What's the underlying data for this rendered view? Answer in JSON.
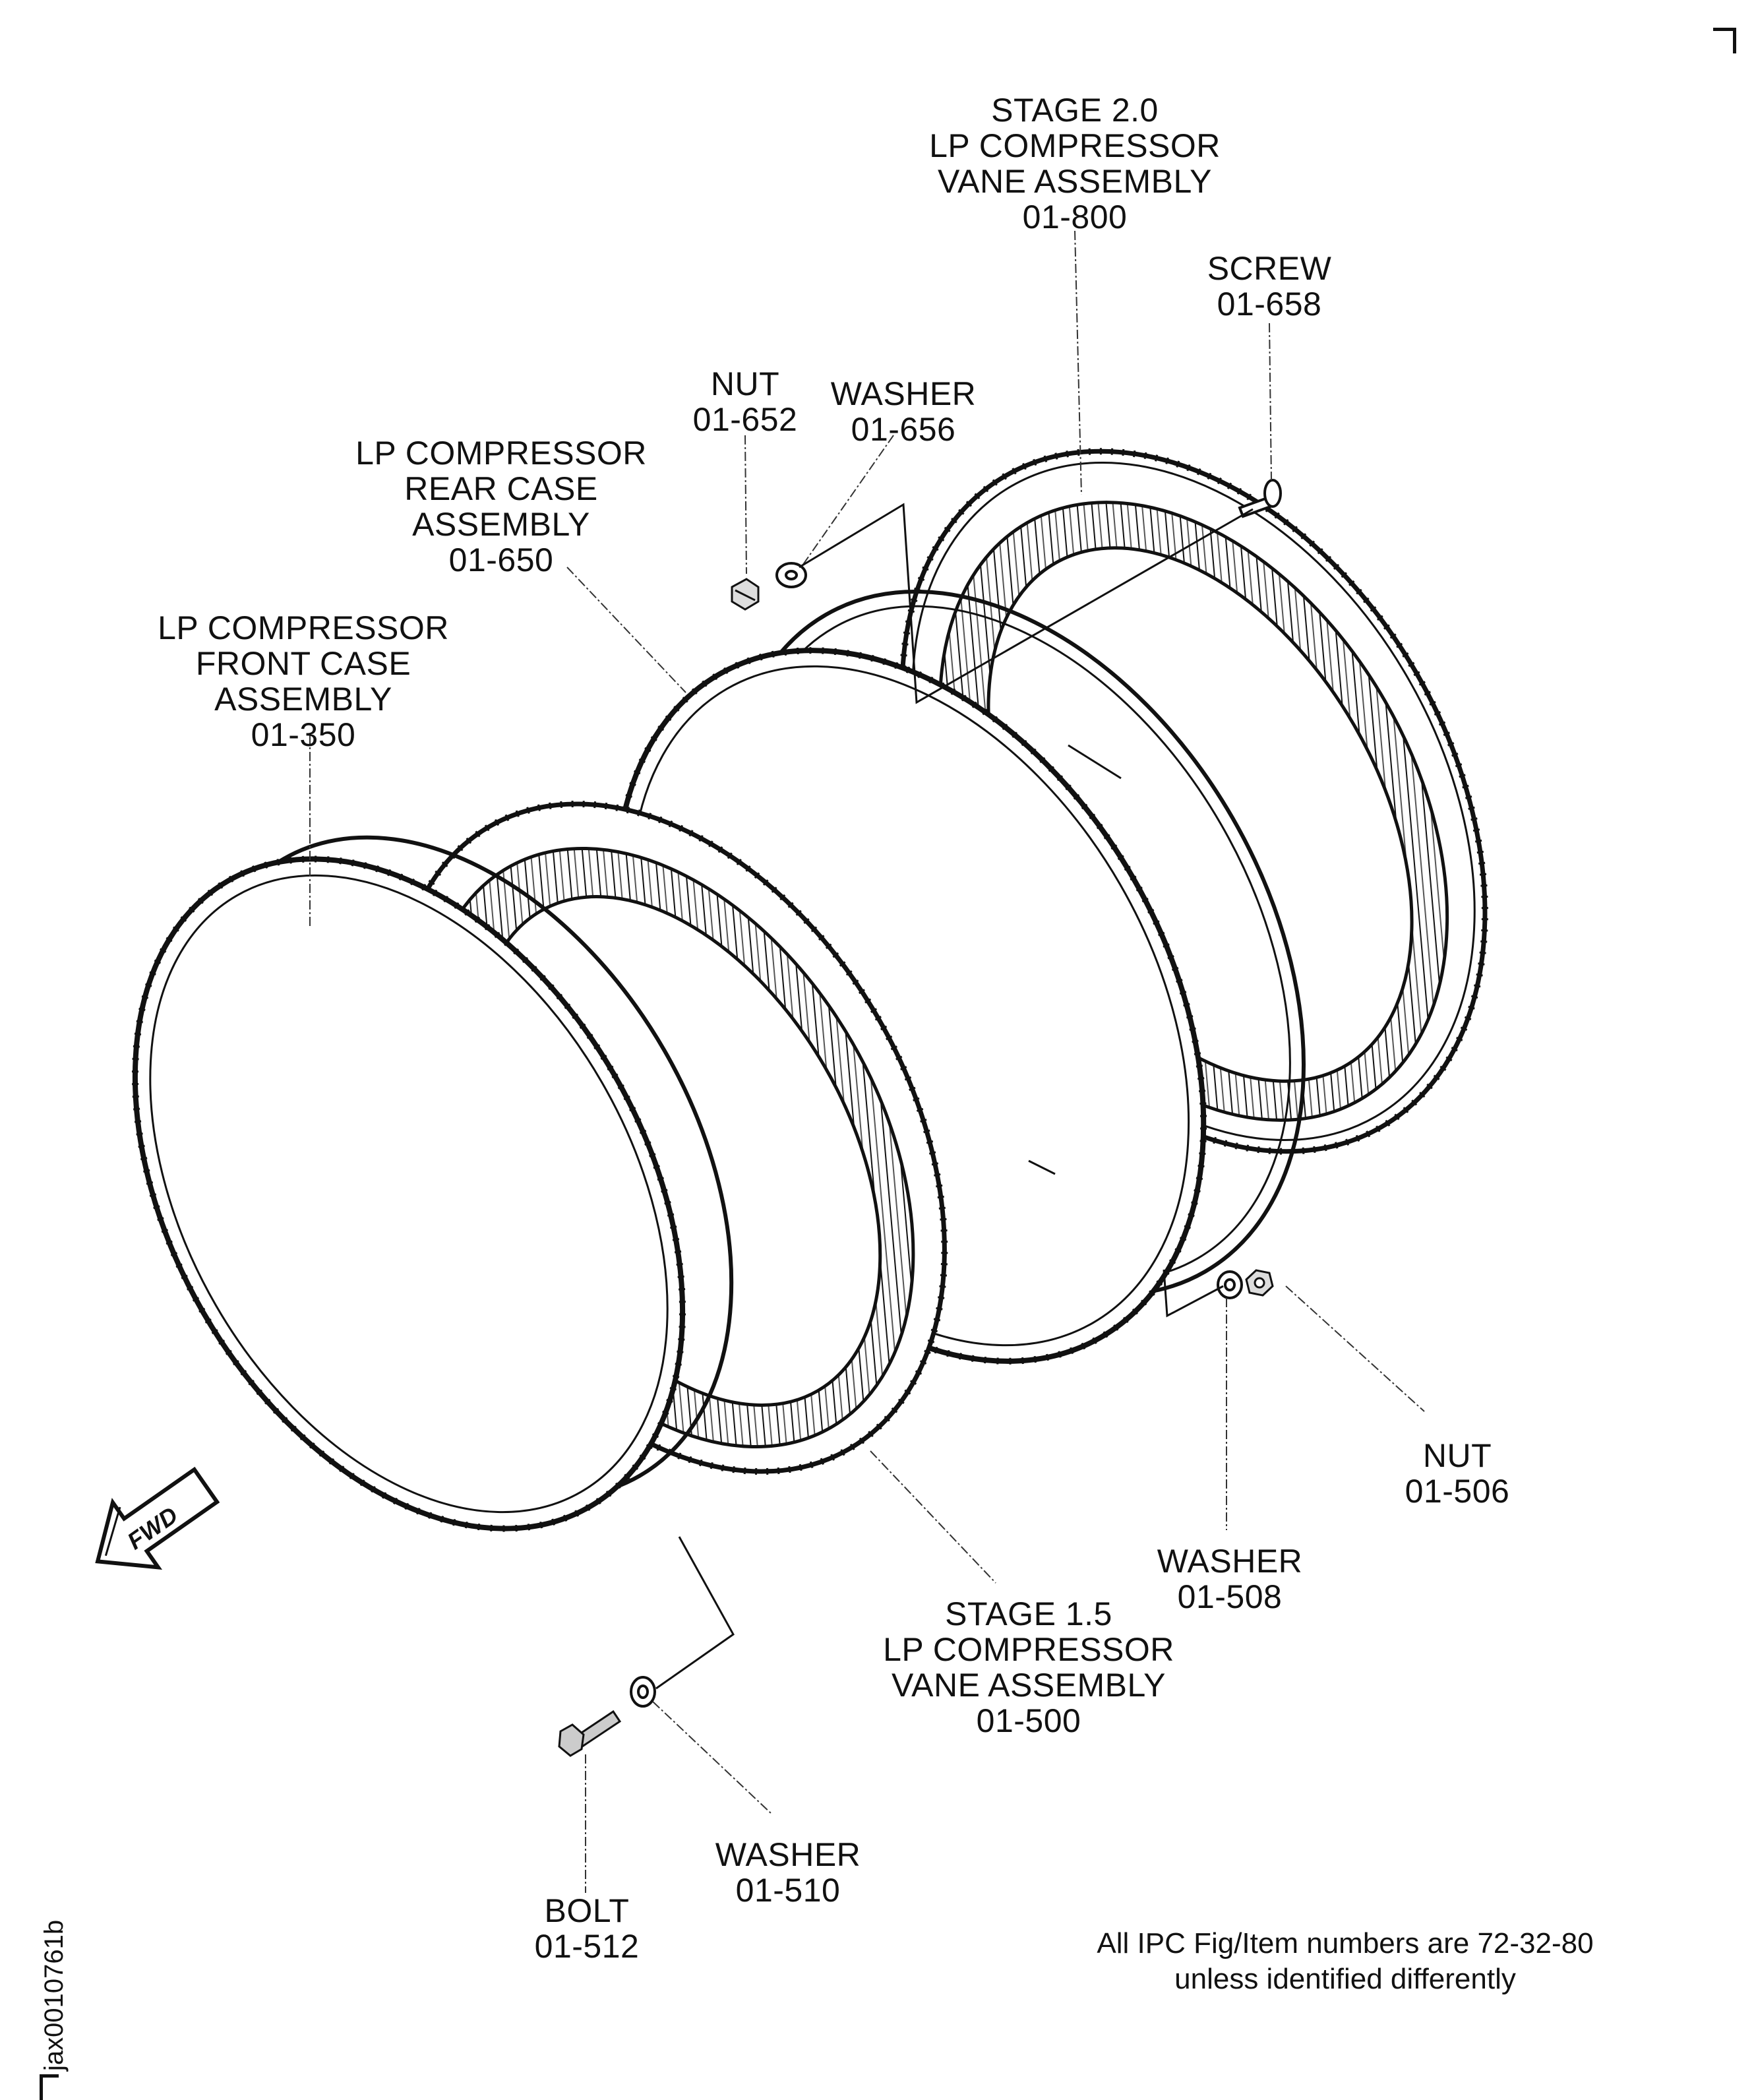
{
  "labels": {
    "stage2_vane": [
      "STAGE 2.0",
      "LP COMPRESSOR",
      "VANE ASSEMBLY",
      "01-800"
    ],
    "screw": [
      "SCREW",
      "01-658"
    ],
    "nut_652": [
      "NUT",
      "01-652"
    ],
    "washer_656": [
      "WASHER",
      "01-656"
    ],
    "rear_case": [
      "LP COMPRESSOR",
      "REAR CASE",
      "ASSEMBLY",
      "01-650"
    ],
    "front_case": [
      "LP COMPRESSOR",
      "FRONT CASE",
      "ASSEMBLY",
      "01-350"
    ],
    "nut_506": [
      "NUT",
      "01-506"
    ],
    "washer_508": [
      "WASHER",
      "01-508"
    ],
    "stage15_vane": [
      "STAGE 1.5",
      "LP COMPRESSOR",
      "VANE ASSEMBLY",
      "01-500"
    ],
    "washer_510": [
      "WASHER",
      "01-510"
    ],
    "bolt_512": [
      "BOLT",
      "01-512"
    ]
  },
  "fwd_arrow": "FWD",
  "note": [
    "All IPC Fig/Item numbers are 72-32-80",
    "unless identified differently"
  ],
  "figure_id": "jax0010761b",
  "colors": {
    "ink": "#111111",
    "paper": "#ffffff"
  }
}
